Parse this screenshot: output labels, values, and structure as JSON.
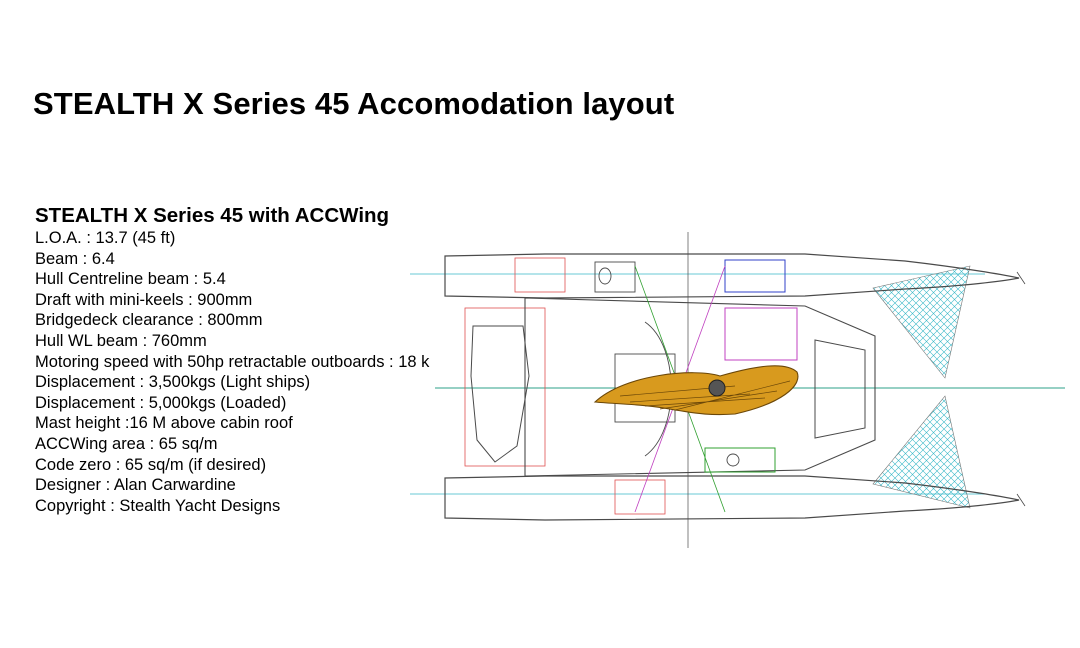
{
  "page": {
    "title": "STEALTH X Series 45 Accomodation layout"
  },
  "specs": {
    "heading": "STEALTH X Series 45 with ACCWing",
    "lines": [
      "L.O.A. : 13.7 (45 ft)",
      "Beam : 6.4",
      "Hull Centreline beam : 5.4",
      "Draft with mini-keels : 900mm",
      "Bridgedeck clearance : 800mm",
      "Hull WL beam : 760mm",
      "Motoring speed with 50hp retractable outboards : 18 k",
      "Displacement : 3,500kgs (Light ships)",
      "Displacement : 5,000kgs (Loaded)",
      "Mast height :16 M above cabin roof",
      "ACCWing area : 65 sq/m",
      "Code zero : 65 sq/m (if desired)",
      "Designer : Alan Carwardine",
      "Copyright : Stealth Yacht Designs"
    ]
  },
  "drawing": {
    "colors": {
      "hull_line": "#4a4a4a",
      "centreline": "#2ca089",
      "waterline": "#39b8c8",
      "wing_fill": "#d89a1e",
      "wing_stroke": "#6b4708",
      "accent_red": "#e05050",
      "accent_blue": "#3040c8",
      "accent_magenta": "#c040c0",
      "accent_green": "#30a030"
    }
  }
}
